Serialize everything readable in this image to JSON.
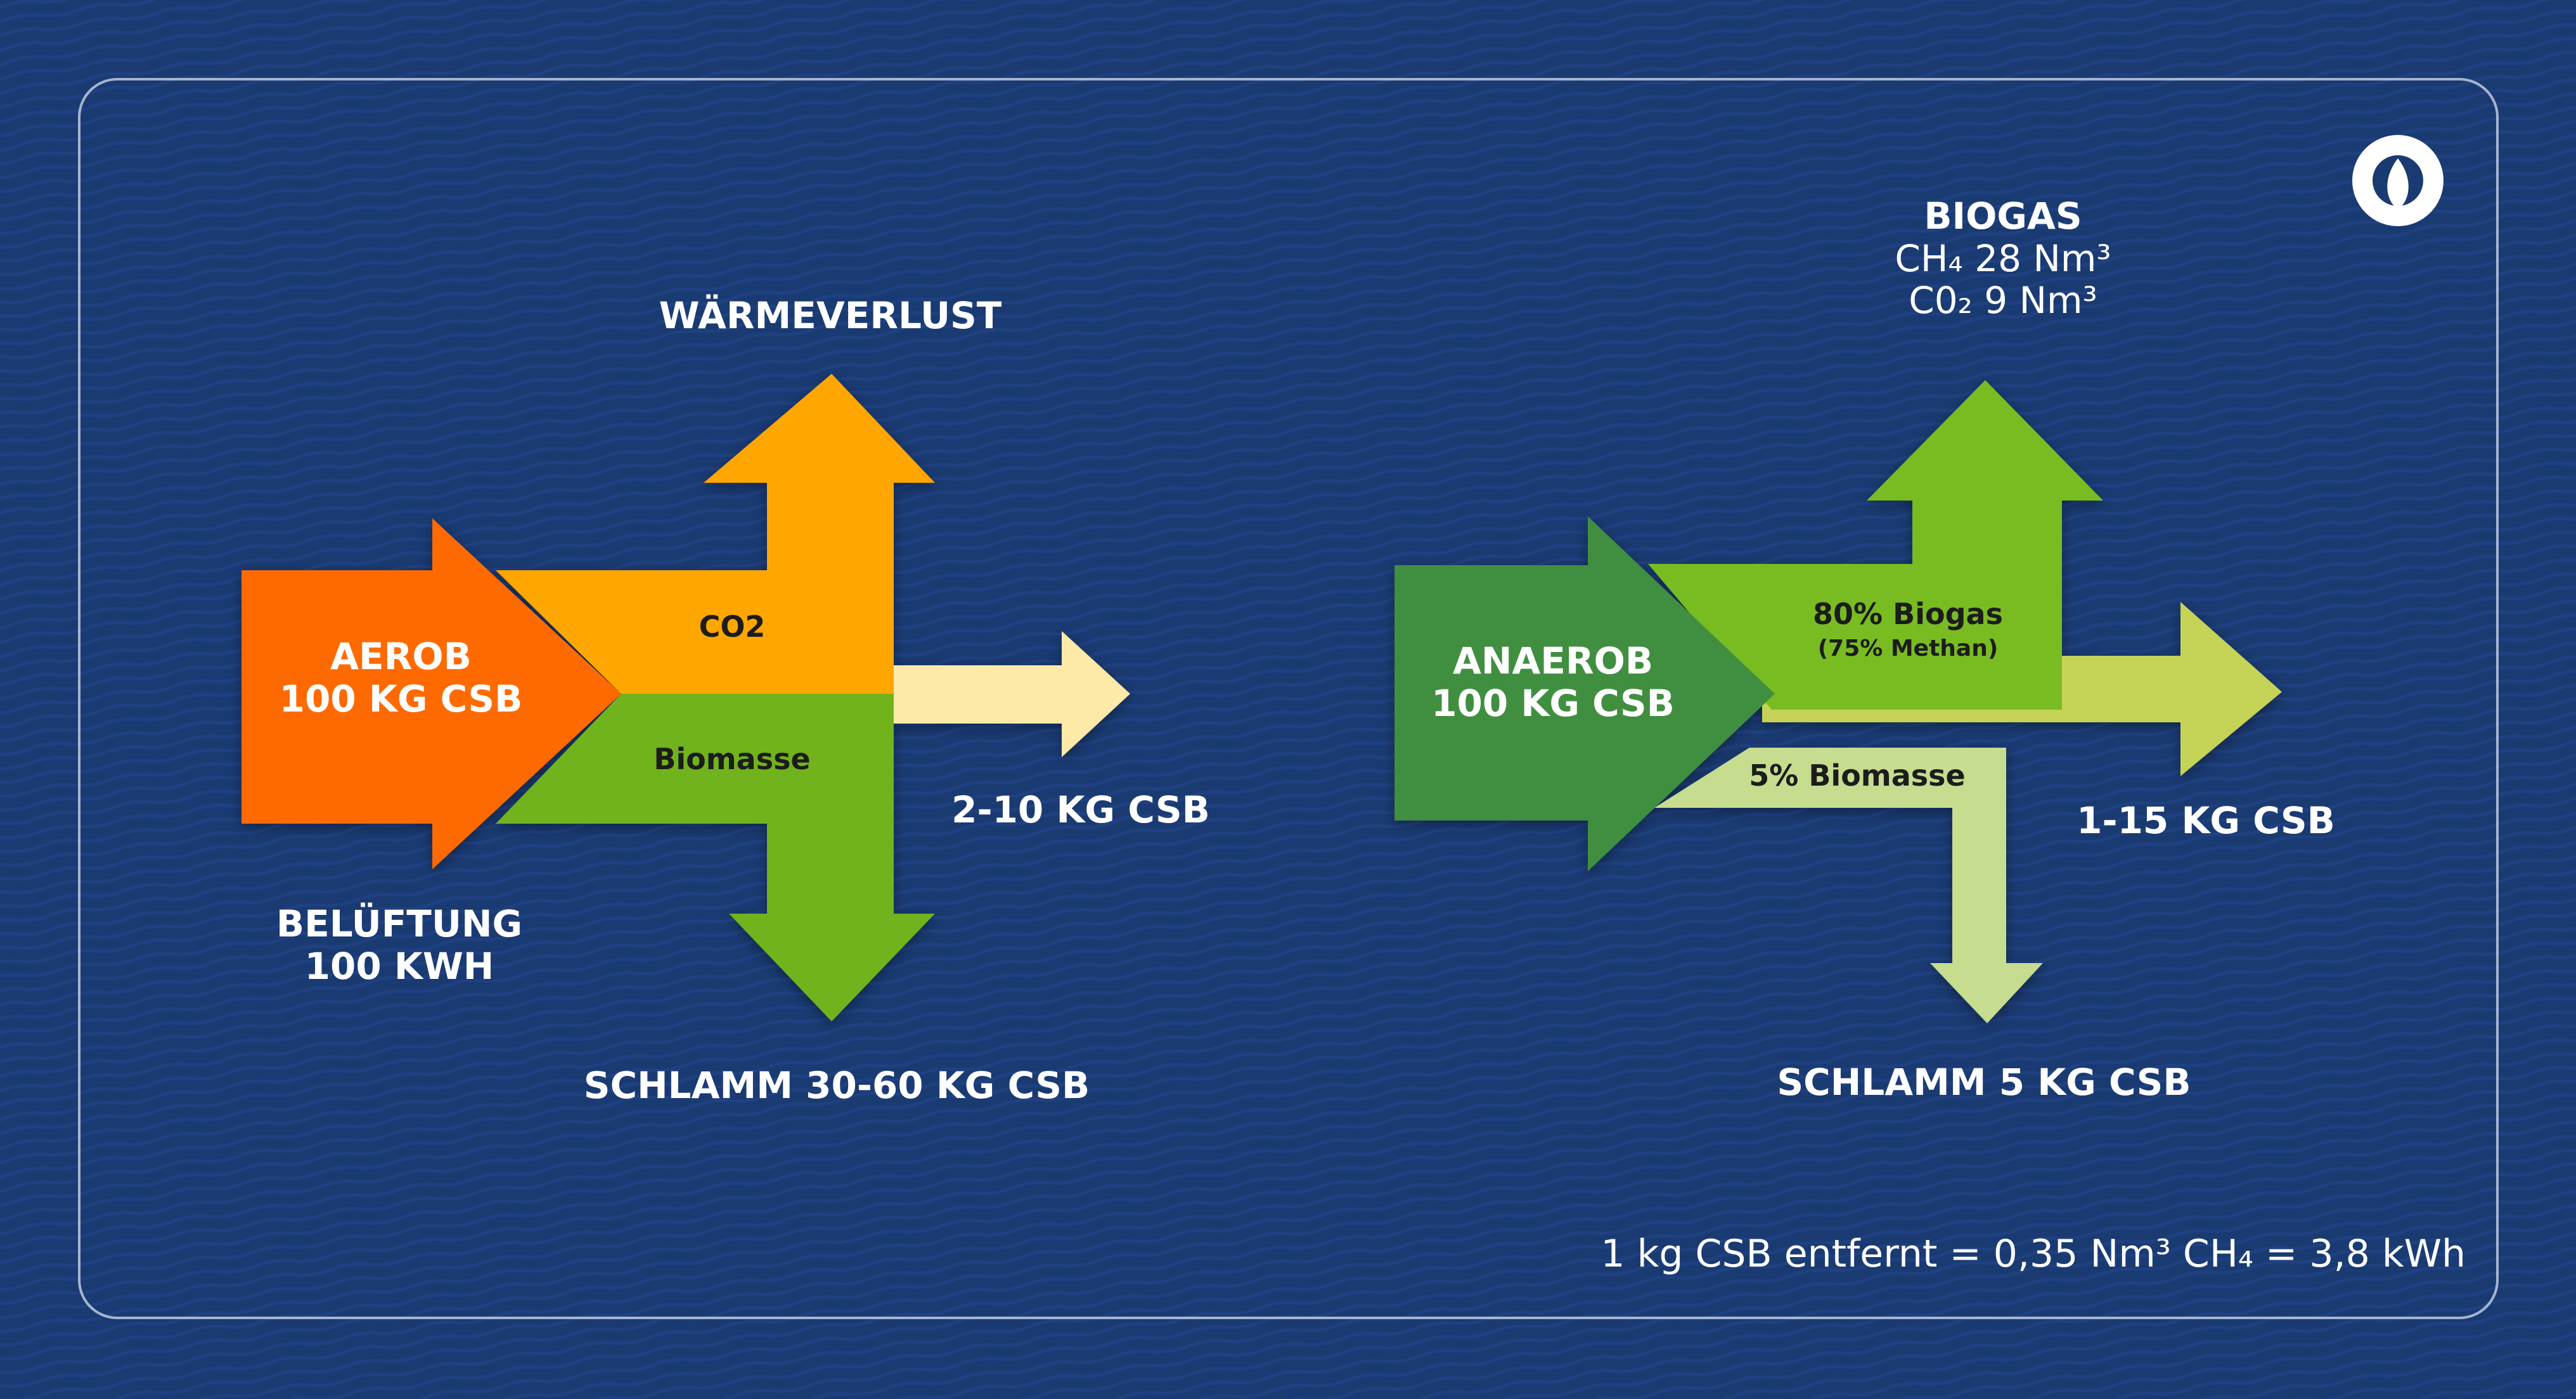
{
  "colors": {
    "background": "#1a3a72",
    "frame": "#c9d3e6",
    "aerob_input": "#ff6a00",
    "co2_branch": "#ffa600",
    "biomass_branch": "#6fb31e",
    "residual_aerob": "#fde9a8",
    "anaerob_input": "#3f8f3f",
    "biogas_branch": "#78bc24",
    "residual_anaerob": "#c5d357",
    "biomass_anaerob": "#c6dc8e"
  },
  "logo": {
    "icon": "water-drop-logo-icon"
  },
  "aerob": {
    "input_line1": "AEROB",
    "input_line2": "100 KG CSB",
    "aeration_line1": "BELÜFTUNG",
    "aeration_line2": "100 KWH",
    "heat_loss": "WÄRMEVERLUST",
    "co2": "CO2",
    "biomass": "Biomasse",
    "residual": "2-10 KG CSB",
    "sludge": "SCHLAMM 30-60 KG CSB"
  },
  "anaerob": {
    "input_line1": "ANAEROB",
    "input_line2": "100 KG CSB",
    "biogas_title": "BIOGAS",
    "biogas_ch4": "CH₄ 28 Nm³",
    "biogas_co2": "C0₂ 9 Nm³",
    "biogas_share": "80% Biogas",
    "methane_share": "(75% Methan)",
    "biomass_share": "5% Biomasse",
    "residual": "1-15 KG CSB",
    "sludge": "SCHLAMM 5 KG CSB"
  },
  "footnote": "1 kg CSB entfernt = 0,35 Nm³ CH₄ = 3,8 kWh"
}
